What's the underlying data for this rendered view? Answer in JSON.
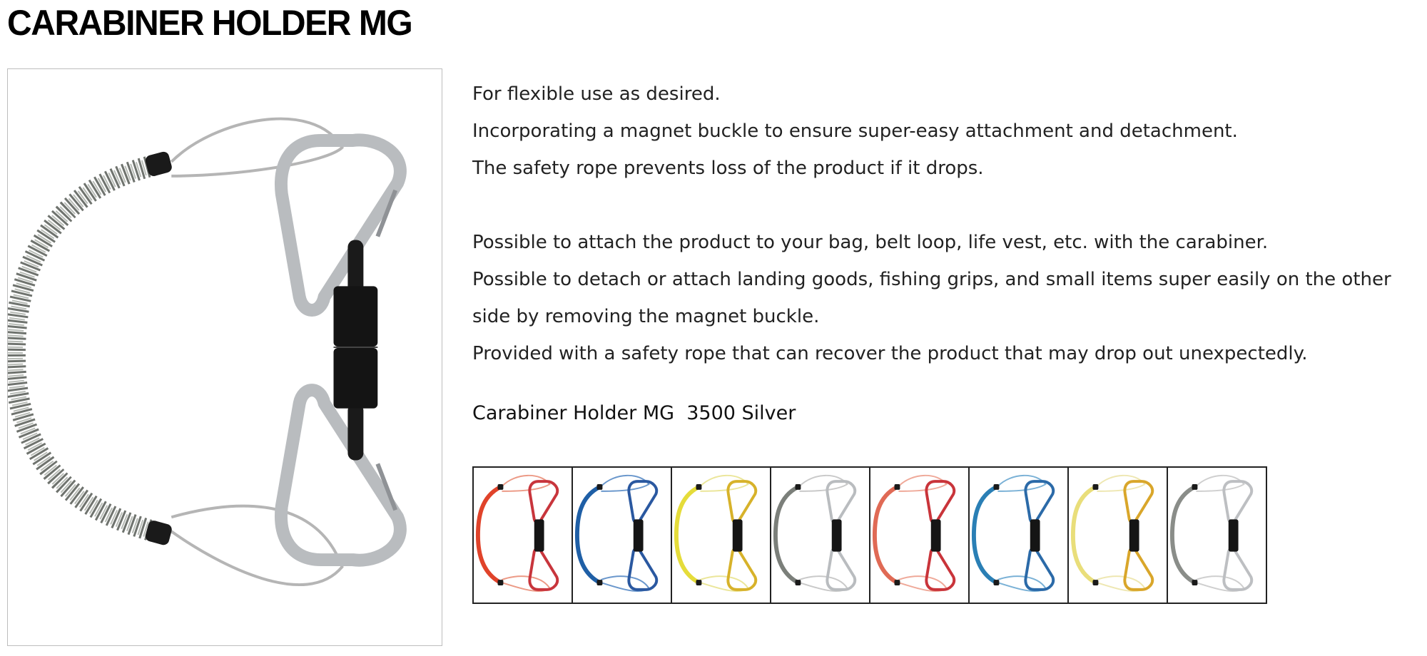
{
  "product": {
    "title": "CARABINER HOLDER MG",
    "main_image_icon": "carabiner-holder-silver-icon",
    "description": [
      "For flexible use as desired.",
      "Incorporating a magnet buckle to ensure super-easy attachment and detachment.",
      "The safety rope prevents loss of the product if it drops.",
      "",
      "Possible to attach the product to your bag, belt loop, life vest, etc. with the carabiner.",
      "Possible to detach or attach landing goods, fishing grips, and small items super easily on the other",
      "side by removing the magnet buckle.",
      "Provided with a safety rope that can recover the product that may drop out unexpectedly."
    ],
    "variant_label": "Carabiner Holder MG  3500 Silver",
    "swatches": [
      {
        "icon": "carabiner-holder-red-icon",
        "coil": "#e0432a",
        "rope": "#ec9a86",
        "metal": "#c8353c"
      },
      {
        "icon": "carabiner-holder-blue-icon",
        "coil": "#1f5fa6",
        "rope": "#6a97cc",
        "metal": "#2a58a0"
      },
      {
        "icon": "carabiner-holder-yellow-icon",
        "coil": "#e5dc3a",
        "rope": "#ebe69a",
        "metal": "#d7b22a"
      },
      {
        "icon": "carabiner-holder-silver-icon",
        "coil": "#7b7f7a",
        "rope": "#c9c9c9",
        "metal": "#b9bcbf"
      },
      {
        "icon": "carabiner-holder-red-icon",
        "coil": "#e06a55",
        "rope": "#efa999",
        "metal": "#c9343a"
      },
      {
        "icon": "carabiner-holder-blue-icon",
        "coil": "#2a7fb5",
        "rope": "#7ab1d6",
        "metal": "#2b6aa8"
      },
      {
        "icon": "carabiner-holder-yellow-icon",
        "coil": "#e9de7a",
        "rope": "#eee7b2",
        "metal": "#d9a62a"
      },
      {
        "icon": "carabiner-holder-silver-icon",
        "coil": "#8a8d89",
        "rope": "#cfcfcf",
        "metal": "#bdbfc2"
      }
    ]
  }
}
